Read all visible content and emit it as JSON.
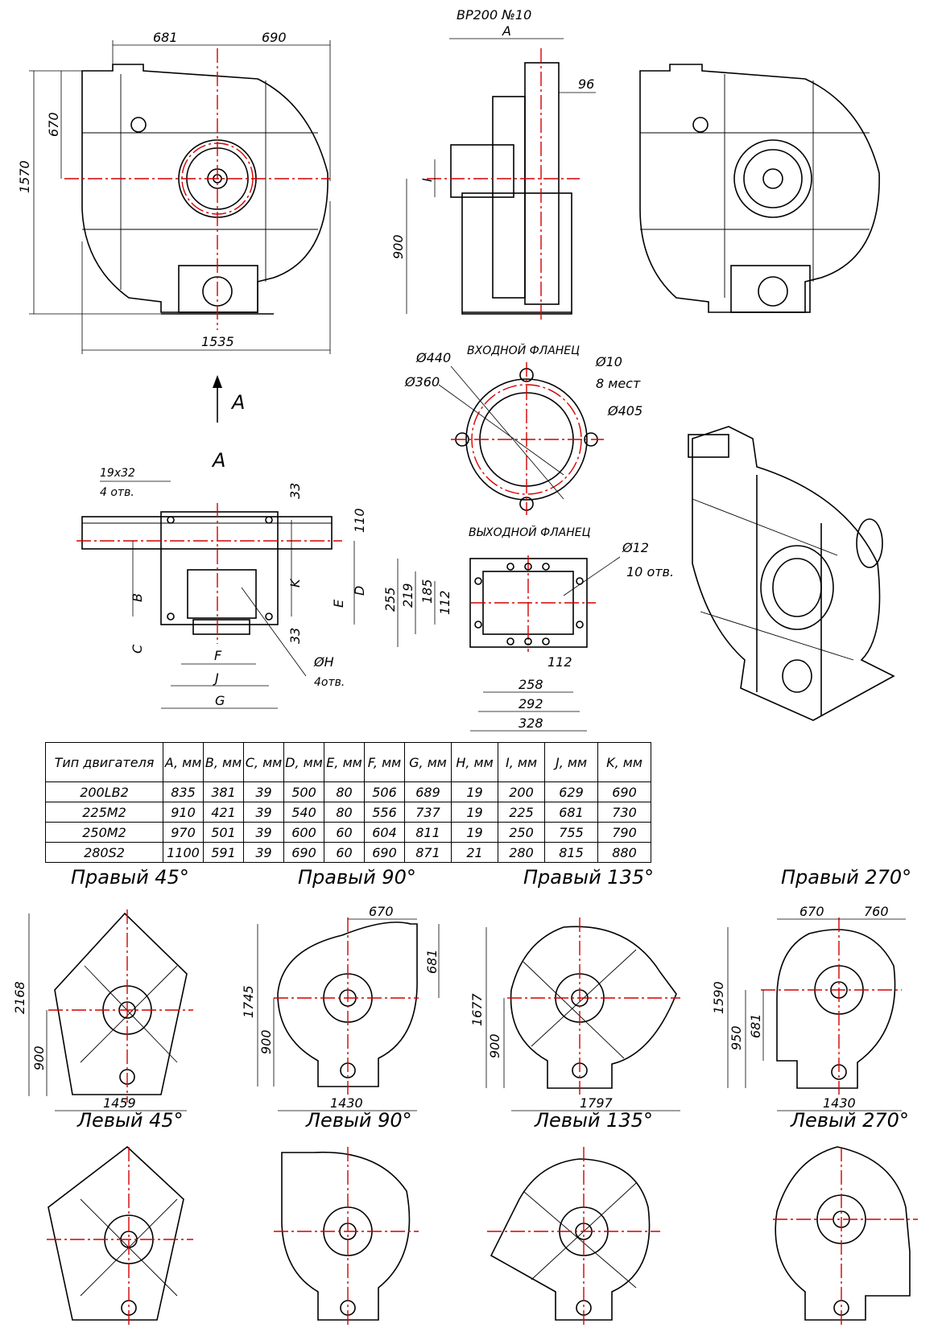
{
  "title": "ВР200 №10",
  "view_labels": {
    "arrow": "A",
    "section": "A"
  },
  "front_view": {
    "d_top_left": "681",
    "d_top_right": "690",
    "d_height": "1570",
    "d_center": "670",
    "d_width": "1535"
  },
  "side_view": {
    "d_a": "A",
    "d_96": "96",
    "d_i": "I",
    "d_900": "900"
  },
  "inlet_flange": {
    "title": "ВХОДНОЙ ФЛАНЕЦ",
    "d440": "Ø440",
    "d360": "Ø360",
    "d10": "Ø10",
    "holes": "8 мест",
    "d405": "Ø405"
  },
  "outlet_flange": {
    "title": "ВЫХОДНОЙ ФЛАНЕЦ",
    "d12": "Ø12",
    "holes": "10 отв.",
    "d255": "255",
    "d219": "219",
    "d185": "185",
    "d112v": "112",
    "d112h": "112",
    "d258": "258",
    "d292": "292",
    "d328": "328"
  },
  "section_a": {
    "slots": "19x32",
    "slots_n": "4 отв.",
    "d33a": "33",
    "d110": "110",
    "d33b": "33",
    "b": "B",
    "c": "C",
    "k": "K",
    "e": "E",
    "d": "D",
    "f": "F",
    "j": "J",
    "g": "G",
    "h": "ØH",
    "h_n": "4отв."
  },
  "table": {
    "headers": [
      "Тип двигателя",
      "A, мм",
      "B, мм",
      "C, мм",
      "D, мм",
      "E, мм",
      "F, мм",
      "G, мм",
      "H, мм",
      "I, мм",
      "J, мм",
      "K, мм"
    ],
    "rows": [
      [
        "200LB2",
        "835",
        "381",
        "39",
        "500",
        "80",
        "506",
        "689",
        "19",
        "200",
        "629",
        "690"
      ],
      [
        "225M2",
        "910",
        "421",
        "39",
        "540",
        "80",
        "556",
        "737",
        "19",
        "225",
        "681",
        "730"
      ],
      [
        "250M2",
        "970",
        "501",
        "39",
        "600",
        "60",
        "604",
        "811",
        "19",
        "250",
        "755",
        "790"
      ],
      [
        "280S2",
        "1100",
        "591",
        "39",
        "690",
        "60",
        "690",
        "871",
        "21",
        "280",
        "815",
        "880"
      ]
    ]
  },
  "positions": {
    "p45": {
      "label": "Правый 45°",
      "h": "2168",
      "c": "900",
      "w": "1459"
    },
    "p90": {
      "label": "Правый 90°",
      "top": "670",
      "h": "1745",
      "c": "900",
      "r": "681",
      "w": "1430"
    },
    "p135": {
      "label": "Правый 135°",
      "h": "1677",
      "c": "900",
      "w": "1797"
    },
    "p270": {
      "label": "Правый 270°",
      "tl": "670",
      "tr": "760",
      "h": "1590",
      "c1": "950",
      "c2": "681",
      "w": "1430"
    },
    "l45": {
      "label": "Левый 45°"
    },
    "l90": {
      "label": "Левый 90°"
    },
    "l135": {
      "label": "Левый 135°"
    },
    "l270": {
      "label": "Левый 270°"
    }
  }
}
